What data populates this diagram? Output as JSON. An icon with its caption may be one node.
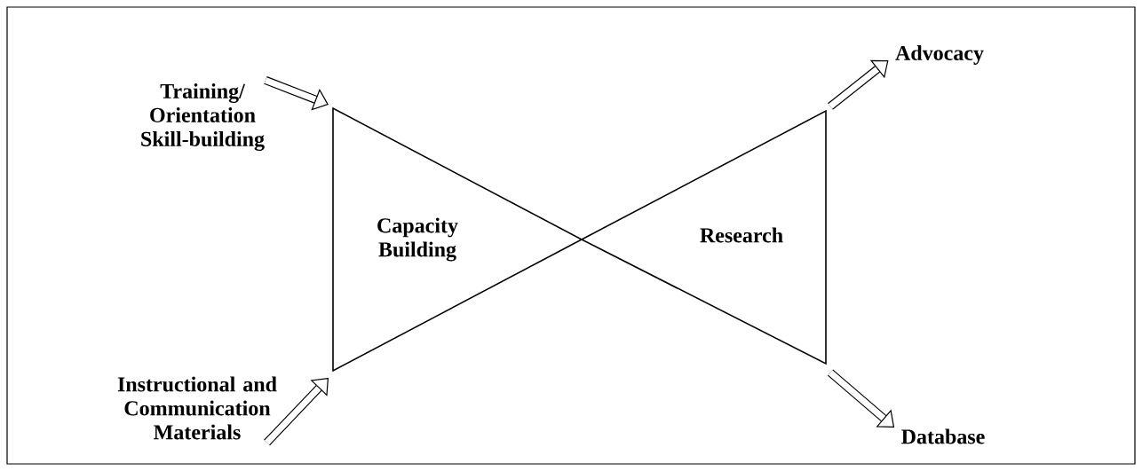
{
  "diagram": {
    "nodes": [
      {
        "text": [
          "Training/ Orientation Skill-building"
        ]
      },
      {
        "text": [
          "Capacity Building"
        ]
      },
      {
        "text": [
          "Research"
        ]
      },
      {
        "text": [
          "Advocacy"
        ]
      },
      {
        "text": [
          "Instructional and Communication Materials"
        ]
      },
      {
        "text": [
          "Database"
        ]
      }
    ],
    "edges": [
      {
        "from": 0,
        "to": 1,
        "arrow": "to"
      },
      {
        "from": 4,
        "to": 1,
        "arrow": "to"
      },
      {
        "from": 2,
        "to": 3,
        "arrow": "to"
      },
      {
        "from": 2,
        "to": 5,
        "arrow": "to"
      }
    ]
  }
}
